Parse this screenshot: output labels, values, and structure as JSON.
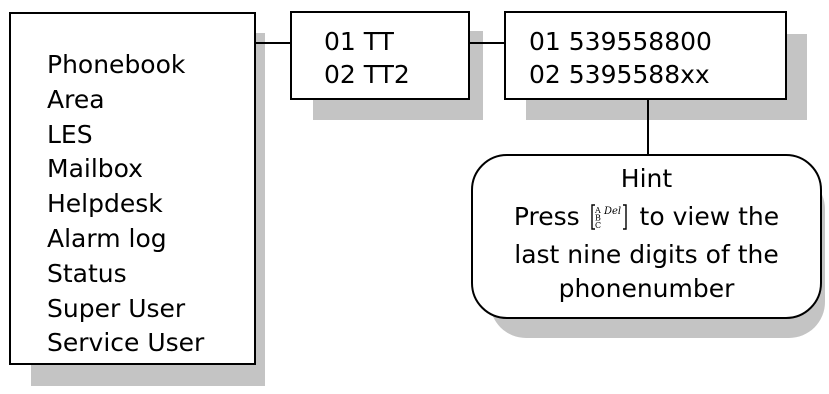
{
  "menu": {
    "items": [
      "Phonebook",
      "Area",
      "LES",
      "Mailbox",
      "Helpdesk",
      "Alarm log",
      "Status",
      "Super User",
      "Service User"
    ]
  },
  "phonebook_names": {
    "items": [
      "01 TT",
      "02 TT2"
    ]
  },
  "phonebook_numbers": {
    "items": [
      "01 539558800",
      "02 5395588xx"
    ]
  },
  "hint": {
    "title": "Hint",
    "line1_before": "Press",
    "line1_after": "to view the",
    "line2": "last nine digits of the",
    "line3": "phonenumber",
    "key_icon": "abc-del-key-icon",
    "key_letters": [
      "A",
      "B",
      "C"
    ],
    "key_label": "Del"
  },
  "colors": {
    "shadow": "#c4c4c4",
    "border": "#000000",
    "background": "#ffffff"
  }
}
